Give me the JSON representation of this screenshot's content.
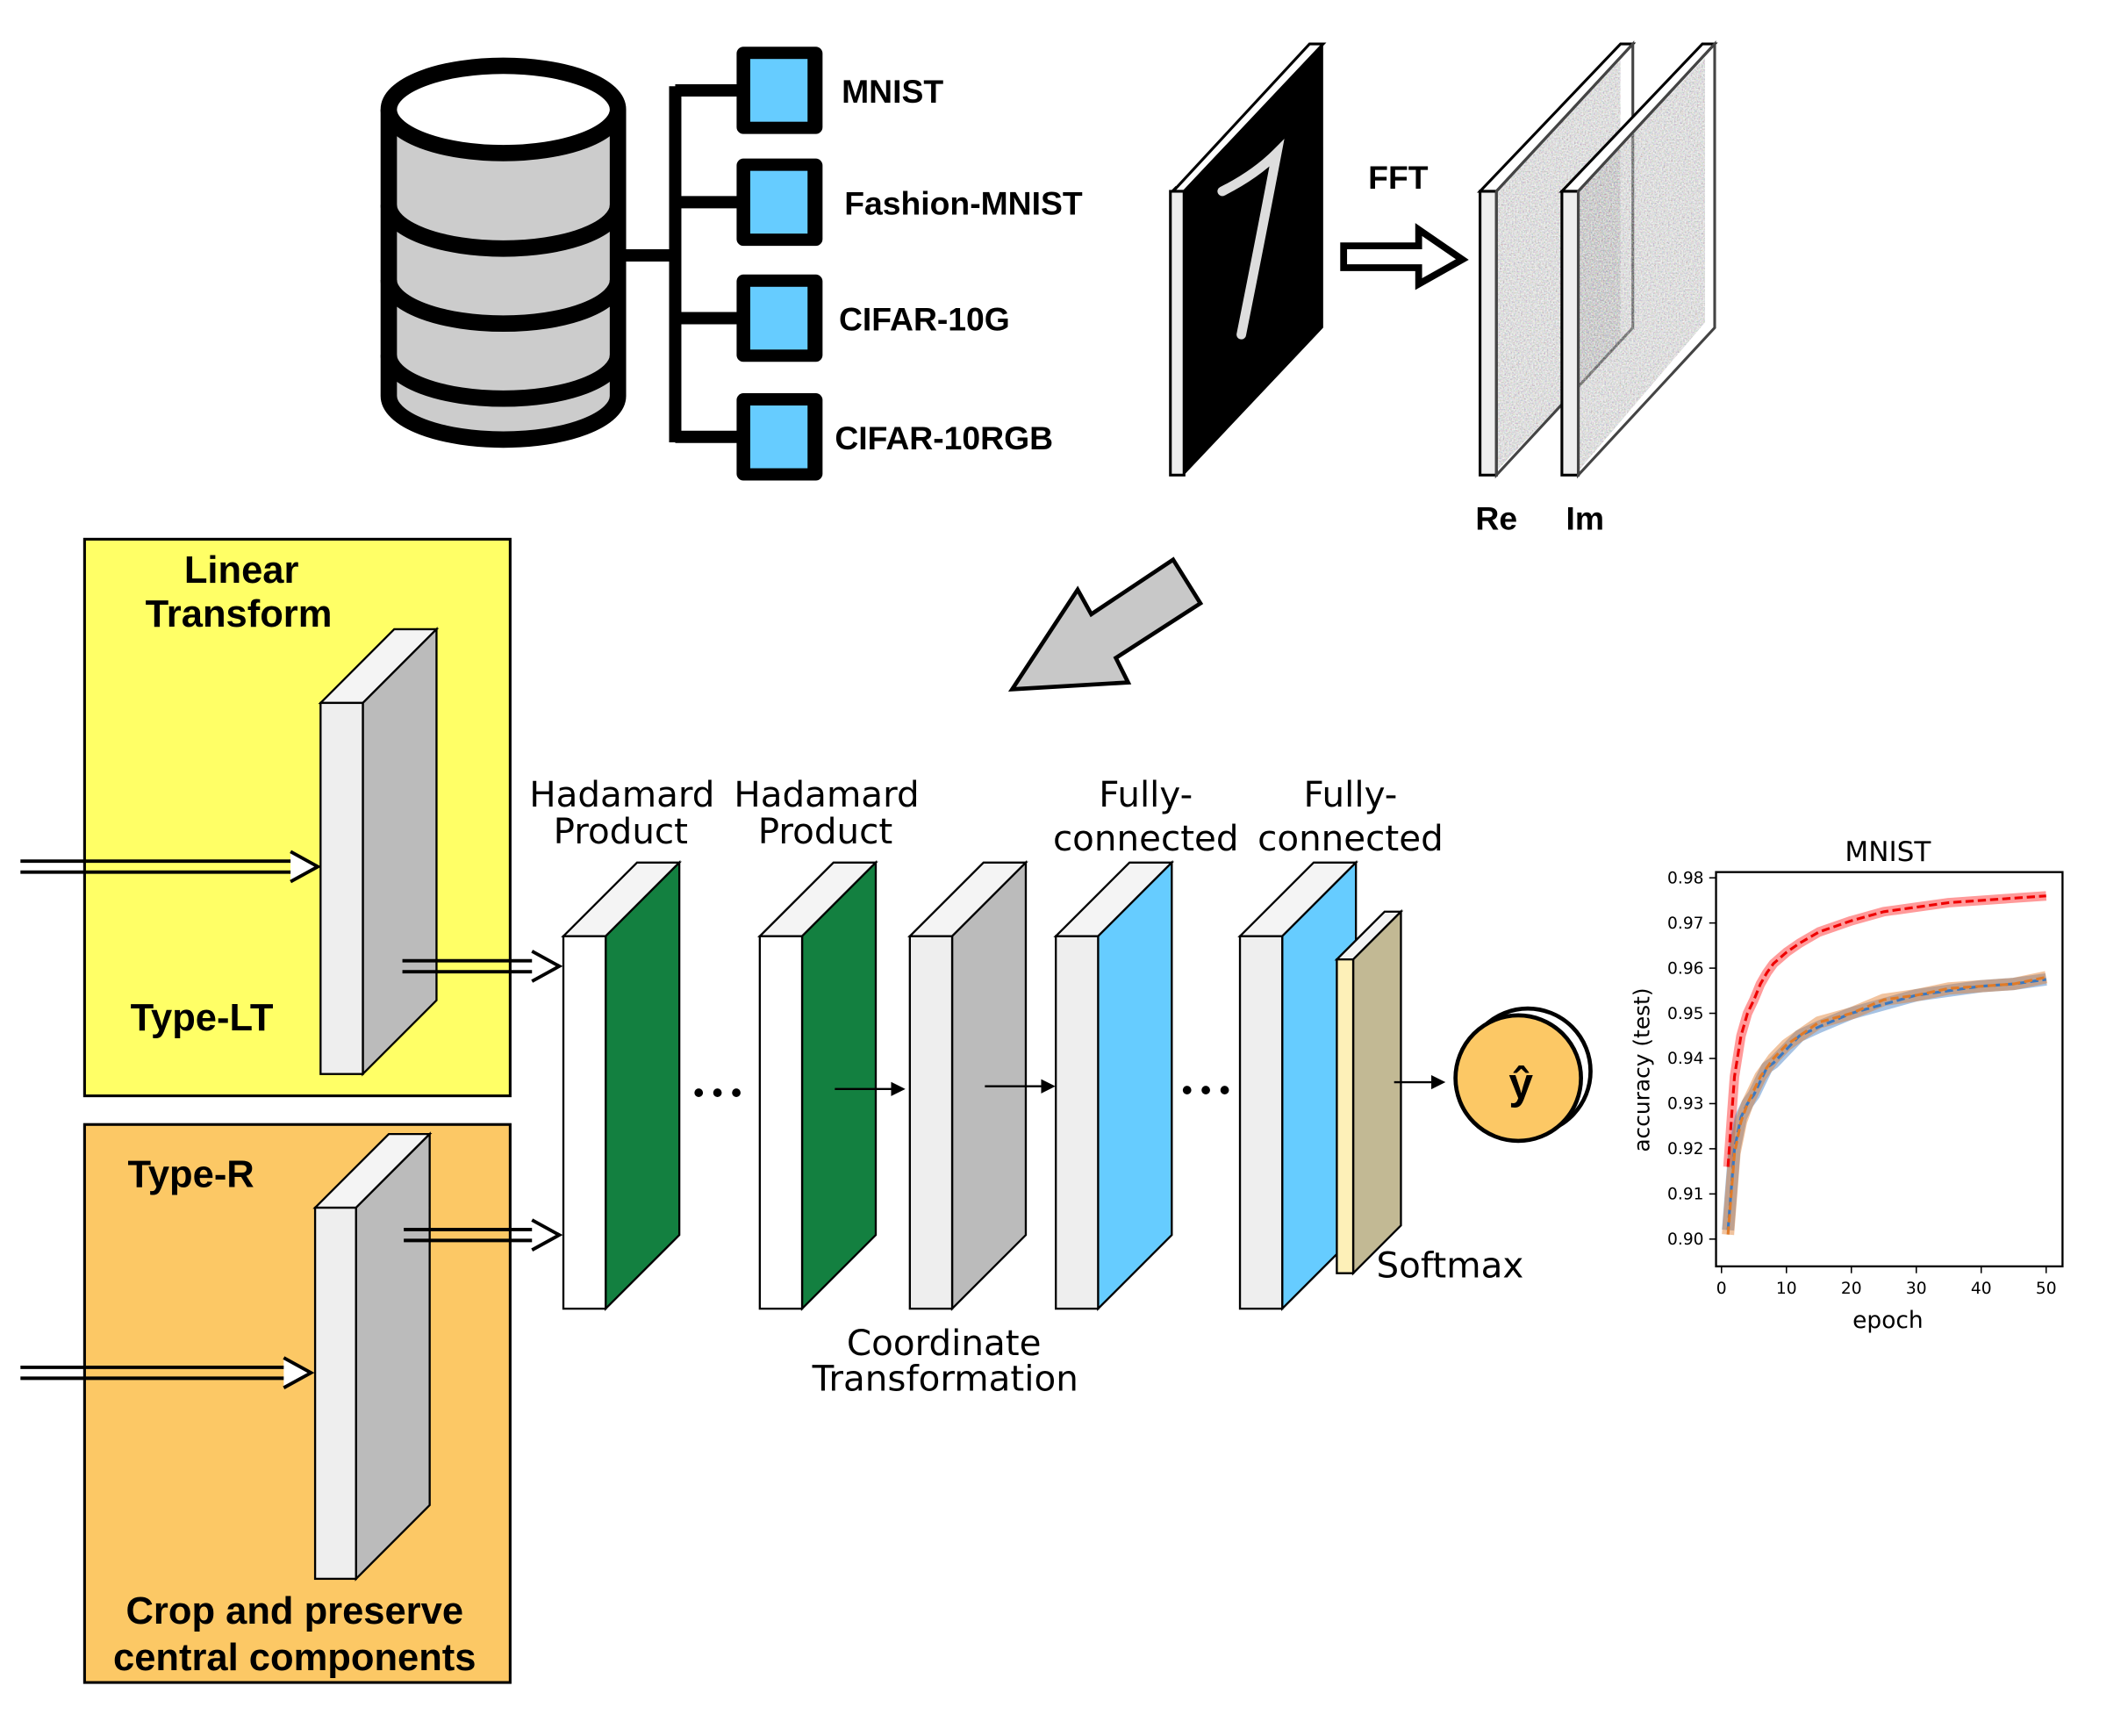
{
  "datasets": [
    "MNIST",
    "Fashion-MNIST",
    "CIFAR-10G",
    "CIFAR-10RGB"
  ],
  "fft": {
    "label": "FFT",
    "real": "Re",
    "imag": "Im"
  },
  "type_lt": {
    "title_line1": "Linear",
    "title_line2": "Transform",
    "name": "Type-LT",
    "color": "#ffff66"
  },
  "type_r": {
    "name": "Type-R",
    "desc_line1": "Crop and preserve",
    "desc_line2": "central components",
    "color": "#fcc865"
  },
  "layers": {
    "hadamard1": {
      "line1": "Hadamard",
      "line2": "Product",
      "color": "#138040"
    },
    "hadamard2": {
      "line1": "Hadamard",
      "line2": "Product",
      "color": "#138040"
    },
    "coordinate": {
      "line1": "Coordinate",
      "line2": "Transformation"
    },
    "fc1": {
      "line1": "Fully-",
      "line2": "connected",
      "color": "#66ccff"
    },
    "fc2": {
      "line1": "Fully-",
      "line2": "connected",
      "color": "#66ccff"
    },
    "softmax": {
      "label": "Softmax"
    },
    "ellipsis": "• • •",
    "output": "ŷ"
  },
  "chart_data": {
    "type": "line",
    "title": "MNIST",
    "xlabel": "epoch",
    "ylabel": "accuracy (test)",
    "xlim": [
      0,
      50
    ],
    "ylim": [
      0.895,
      0.981
    ],
    "xticks": [
      "0",
      "10",
      "20",
      "30",
      "40",
      "50"
    ],
    "yticks": [
      "0.90",
      "0.91",
      "0.92",
      "0.93",
      "0.94",
      "0.95",
      "0.96",
      "0.97",
      "0.98"
    ],
    "grid": false,
    "x": [
      1,
      2,
      3,
      4,
      5,
      6,
      7,
      8,
      10,
      12,
      15,
      20,
      25,
      30,
      35,
      40,
      45,
      50
    ],
    "series": [
      {
        "color": "#ff2020",
        "values": [
          0.916,
          0.936,
          0.945,
          0.95,
          0.953,
          0.9565,
          0.959,
          0.961,
          0.9635,
          0.9655,
          0.968,
          0.9705,
          0.9725,
          0.9735,
          0.9745,
          0.975,
          0.9755,
          0.976
        ]
      },
      {
        "color": "#3a78c0",
        "values": [
          0.902,
          0.92,
          0.927,
          0.93,
          0.932,
          0.935,
          0.938,
          0.939,
          0.942,
          0.945,
          0.947,
          0.95,
          0.952,
          0.954,
          0.955,
          0.956,
          0.9565,
          0.9575
        ]
      },
      {
        "color": "#e07b28",
        "values": [
          0.901,
          0.919,
          0.926,
          0.93,
          0.933,
          0.936,
          0.938,
          0.94,
          0.943,
          0.945,
          0.948,
          0.95,
          0.953,
          0.954,
          0.9555,
          0.956,
          0.9565,
          0.958
        ]
      }
    ]
  }
}
